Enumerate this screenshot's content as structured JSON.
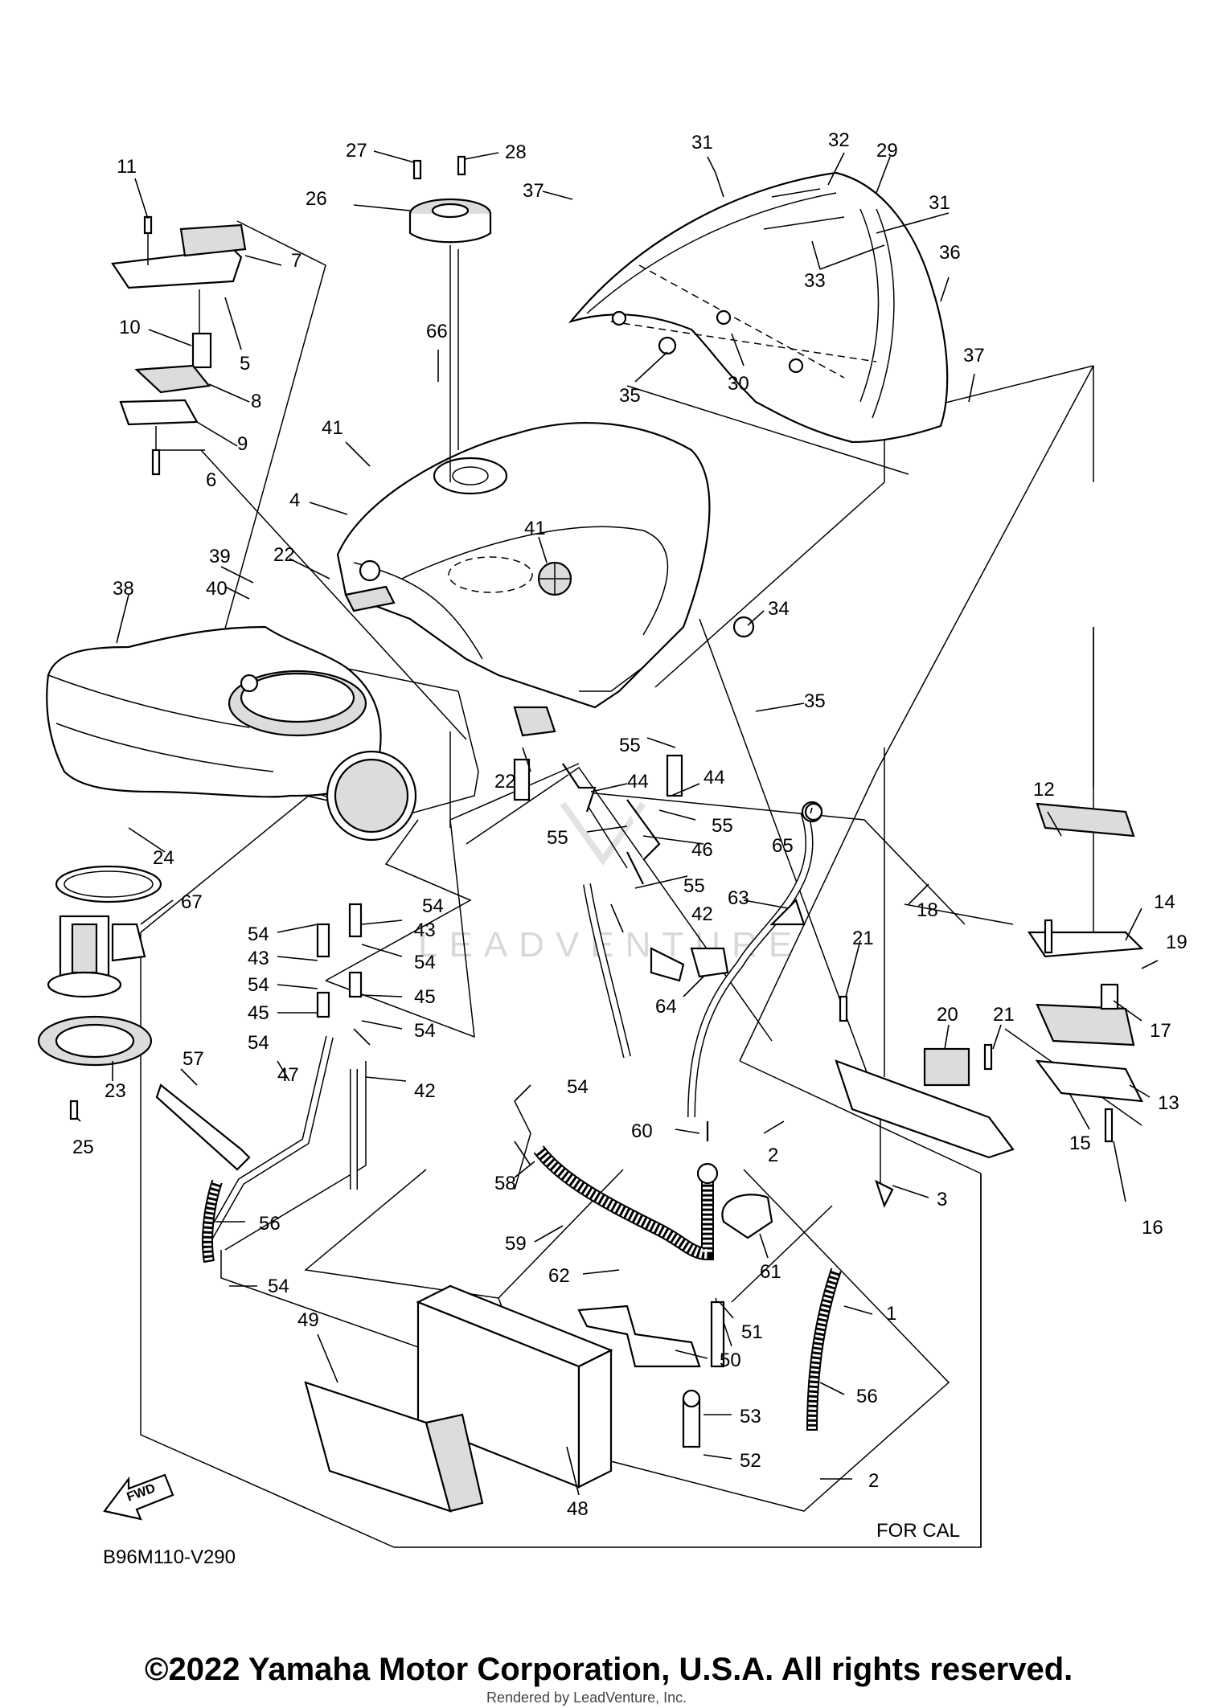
{
  "diagram": {
    "callouts": [
      {
        "id": "c11",
        "text": "11"
      },
      {
        "id": "c27",
        "text": "27"
      },
      {
        "id": "c28",
        "text": "28"
      },
      {
        "id": "c31a",
        "text": "31"
      },
      {
        "id": "c32",
        "text": "32"
      },
      {
        "id": "c29",
        "text": "29"
      },
      {
        "id": "c37a",
        "text": "37"
      },
      {
        "id": "c26",
        "text": "26"
      },
      {
        "id": "c31b",
        "text": "31"
      },
      {
        "id": "c7",
        "text": "7"
      },
      {
        "id": "c33",
        "text": "33"
      },
      {
        "id": "c36",
        "text": "36"
      },
      {
        "id": "c10",
        "text": "10"
      },
      {
        "id": "c5",
        "text": "5"
      },
      {
        "id": "c66",
        "text": "66"
      },
      {
        "id": "c35a",
        "text": "35"
      },
      {
        "id": "c30",
        "text": "30"
      },
      {
        "id": "c37b",
        "text": "37"
      },
      {
        "id": "c8",
        "text": "8"
      },
      {
        "id": "c9",
        "text": "9"
      },
      {
        "id": "c41a",
        "text": "41"
      },
      {
        "id": "c6",
        "text": "6"
      },
      {
        "id": "c4",
        "text": "4"
      },
      {
        "id": "c41b",
        "text": "41"
      },
      {
        "id": "c39",
        "text": "39"
      },
      {
        "id": "c22a",
        "text": "22"
      },
      {
        "id": "c40",
        "text": "40"
      },
      {
        "id": "c38",
        "text": "38"
      },
      {
        "id": "c34",
        "text": "34"
      },
      {
        "id": "c35b",
        "text": "35"
      },
      {
        "id": "c55a",
        "text": "55"
      },
      {
        "id": "c22b",
        "text": "22"
      },
      {
        "id": "c44a",
        "text": "44"
      },
      {
        "id": "c44b",
        "text": "44"
      },
      {
        "id": "c12",
        "text": "12"
      },
      {
        "id": "c55b",
        "text": "55"
      },
      {
        "id": "c65",
        "text": "65"
      },
      {
        "id": "c55c",
        "text": "55"
      },
      {
        "id": "c46",
        "text": "46"
      },
      {
        "id": "c24",
        "text": "24"
      },
      {
        "id": "c55d",
        "text": "55"
      },
      {
        "id": "c18",
        "text": "18"
      },
      {
        "id": "c67",
        "text": "67"
      },
      {
        "id": "c54a",
        "text": "54"
      },
      {
        "id": "c42a",
        "text": "42"
      },
      {
        "id": "c63",
        "text": "63"
      },
      {
        "id": "c14",
        "text": "14"
      },
      {
        "id": "c54b",
        "text": "54"
      },
      {
        "id": "c43a",
        "text": "43"
      },
      {
        "id": "c43b",
        "text": "43"
      },
      {
        "id": "c54c",
        "text": "54"
      },
      {
        "id": "c21a",
        "text": "21"
      },
      {
        "id": "c19",
        "text": "19"
      },
      {
        "id": "c54d",
        "text": "54"
      },
      {
        "id": "c45a",
        "text": "45"
      },
      {
        "id": "c45b",
        "text": "45"
      },
      {
        "id": "c64",
        "text": "64"
      },
      {
        "id": "c17",
        "text": "17"
      },
      {
        "id": "c20",
        "text": "20"
      },
      {
        "id": "c21b",
        "text": "21"
      },
      {
        "id": "c23",
        "text": "23"
      },
      {
        "id": "c54e",
        "text": "54"
      },
      {
        "id": "c54f",
        "text": "54"
      },
      {
        "id": "c57",
        "text": "57"
      },
      {
        "id": "c47",
        "text": "47"
      },
      {
        "id": "c42b",
        "text": "42"
      },
      {
        "id": "c13",
        "text": "13"
      },
      {
        "id": "c25",
        "text": "25"
      },
      {
        "id": "c54g",
        "text": "54"
      },
      {
        "id": "c60",
        "text": "60"
      },
      {
        "id": "c15",
        "text": "15"
      },
      {
        "id": "c2a",
        "text": "2"
      },
      {
        "id": "c58",
        "text": "58"
      },
      {
        "id": "c3",
        "text": "3"
      },
      {
        "id": "c16",
        "text": "16"
      },
      {
        "id": "c56a",
        "text": "56"
      },
      {
        "id": "c59",
        "text": "59"
      },
      {
        "id": "c61",
        "text": "61"
      },
      {
        "id": "c62",
        "text": "62"
      },
      {
        "id": "c54h",
        "text": "54"
      },
      {
        "id": "c1",
        "text": "1"
      },
      {
        "id": "c51",
        "text": "51"
      },
      {
        "id": "c49",
        "text": "49"
      },
      {
        "id": "c50",
        "text": "50"
      },
      {
        "id": "c56b",
        "text": "56"
      },
      {
        "id": "c53",
        "text": "53"
      },
      {
        "id": "c52",
        "text": "52"
      },
      {
        "id": "c48",
        "text": "48"
      },
      {
        "id": "c2b",
        "text": "2"
      }
    ],
    "fwd_label": "FWD",
    "diagram_code": "B96M110-V290",
    "for_cal_label": "FOR CAL",
    "watermark": "LEADVENTURE"
  },
  "footer": {
    "copyright": "©2022 Yamaha Motor Corporation, U.S.A. All rights reserved.",
    "rendered_by": "Rendered by LeadVenture, Inc."
  }
}
